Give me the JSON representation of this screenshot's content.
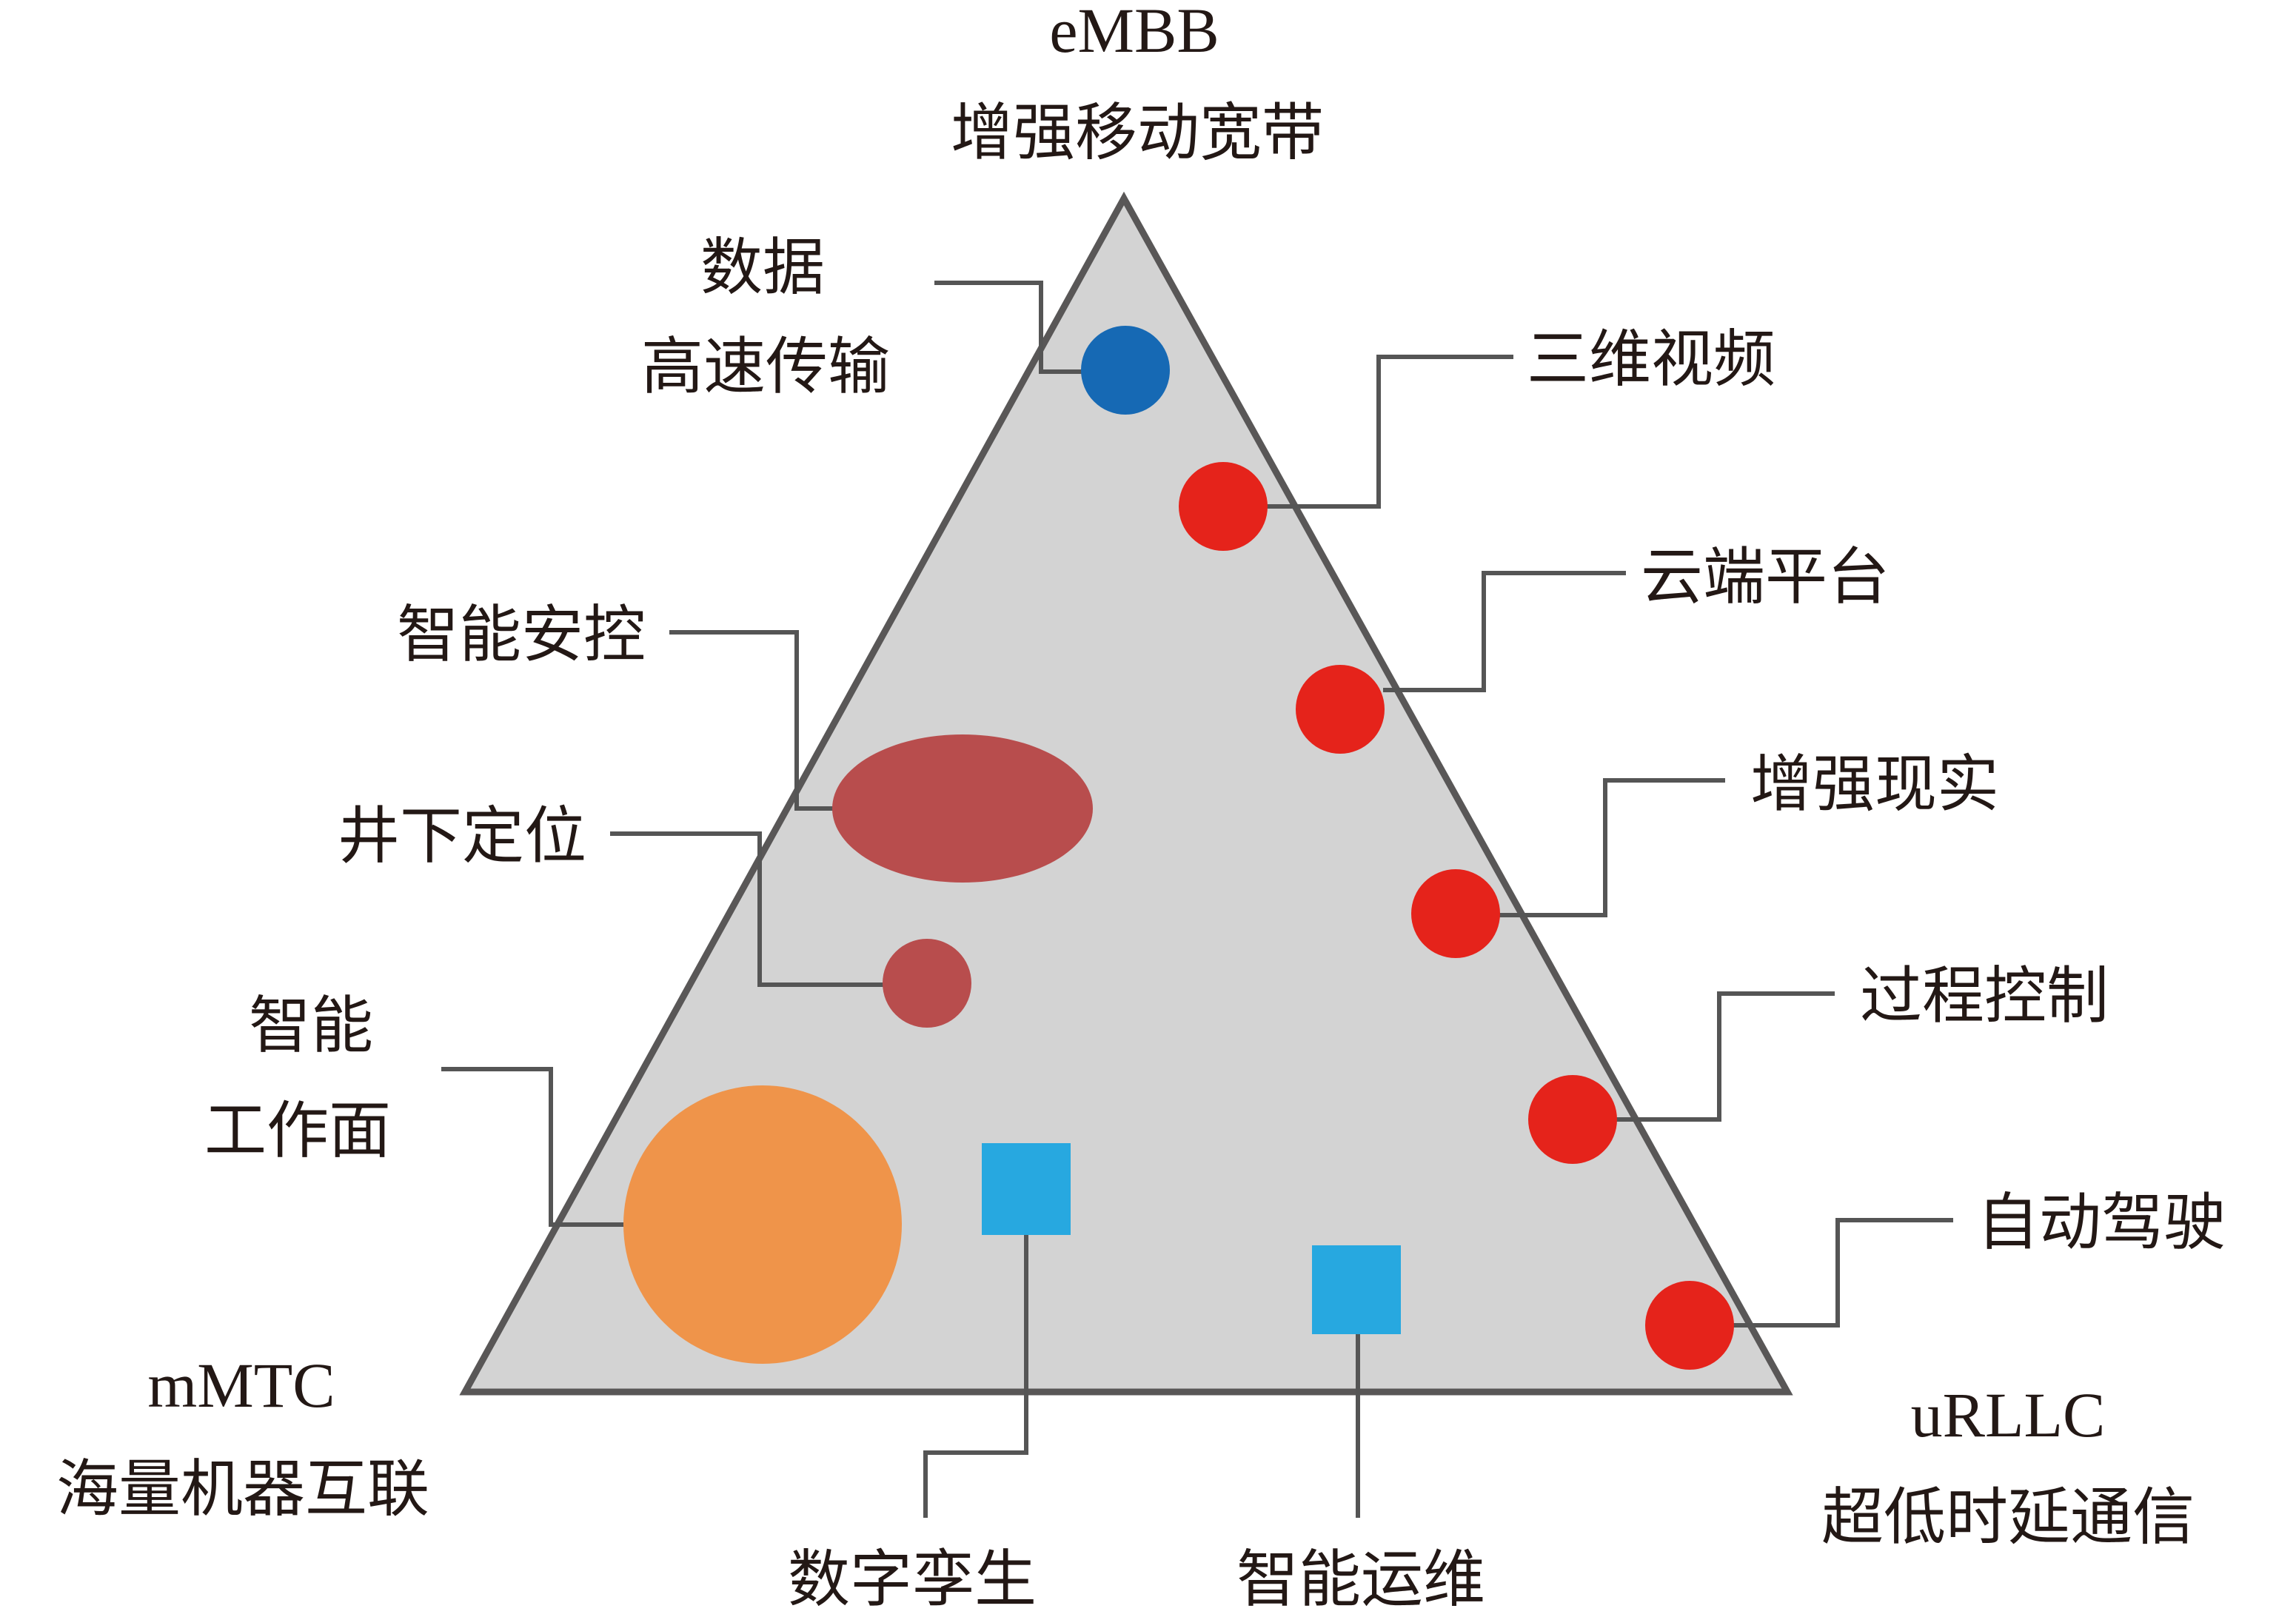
{
  "corners": {
    "embb": {
      "code": "eMBB",
      "name": "增强移动宽带"
    },
    "mmtc": {
      "code": "mMTC",
      "name": "海量机器互联"
    },
    "urllc": {
      "code": "uRLLC",
      "name": "超低时延通信"
    }
  },
  "applications": {
    "data_transfer": {
      "line1": "数据",
      "line2": "高速传输"
    },
    "video_3d": "三维视频",
    "cloud_platform": "云端平台",
    "augmented_reality": "增强现实",
    "process_control": "过程控制",
    "autonomous_driving": "自动驾驶",
    "smart_security": "智能安控",
    "underground_positioning": "井下定位",
    "smart_workface": {
      "line1": "智能",
      "line2": "工作面"
    },
    "digital_twin": "数字孪生",
    "smart_operations": "智能运维"
  },
  "colors": {
    "triangle_fill": "#d3d3d3",
    "triangle_stroke": "#595757",
    "embb_marker": "#1669b4",
    "urllc_marker": "#e5231b",
    "mining_marker": "#b84d4d",
    "workface_marker": "#ef944a",
    "mmtc_marker": "#27a8e0",
    "leader_line": "#555555",
    "text": "#231815"
  }
}
